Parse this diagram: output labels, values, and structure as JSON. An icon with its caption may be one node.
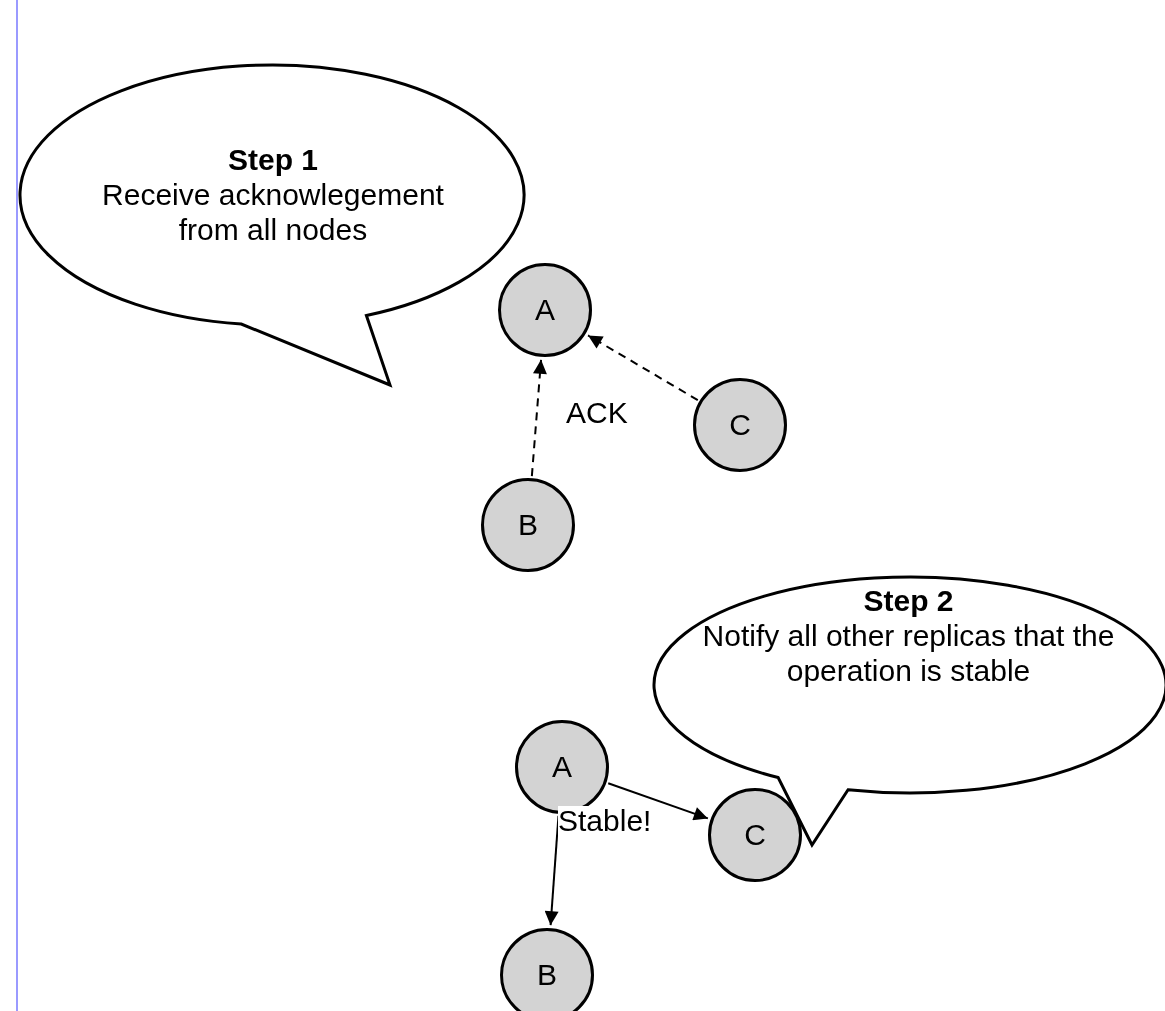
{
  "diagram": {
    "nodes": [
      {
        "text": [
          "Step 1",
          "Receive acknowlegement from all nodes"
        ]
      },
      {
        "text": [
          "A"
        ]
      },
      {
        "text": [
          "C"
        ]
      },
      {
        "text": [
          "B"
        ]
      },
      {
        "text": [
          "Step 2",
          "Notify all other replicas that the operation is stable"
        ]
      },
      {
        "text": [
          "A"
        ]
      },
      {
        "text": [
          "C"
        ]
      },
      {
        "text": [
          "B"
        ]
      }
    ],
    "edges": [
      {
        "from": 2,
        "to": 1,
        "arrow": "to",
        "style": "dashed"
      },
      {
        "from": 3,
        "to": 1,
        "arrow": "to",
        "style": "dashed"
      },
      {
        "from": 5,
        "to": 6,
        "arrow": "to"
      },
      {
        "from": 5,
        "to": 7,
        "arrow": "to",
        "label": "Stable!"
      }
    ],
    "labels": [
      "ACK"
    ]
  }
}
